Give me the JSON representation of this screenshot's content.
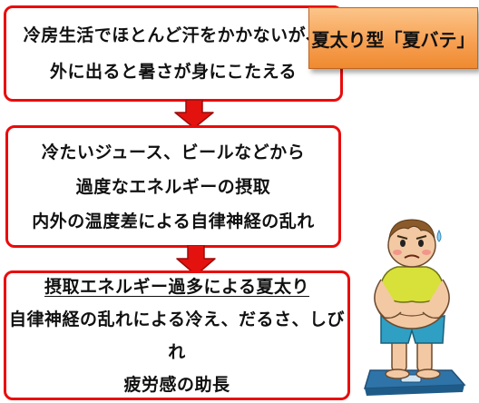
{
  "tag": {
    "label": "夏太り型「夏バテ」"
  },
  "boxes": [
    {
      "lines": [
        "冷房生活でほとんど汗をかかないが、",
        "外に出ると暑さが身にこたえる"
      ]
    },
    {
      "lines": [
        "冷たいジュース、ビールなどから",
        "過度なエネルギーの摂取",
        "内外の温度差による自律神経の乱れ"
      ]
    },
    {
      "lines": [
        "摂取エネルギー過多による夏太り",
        "自律神経の乱れによる冷え、だるさ、しびれ",
        "疲労感の助長"
      ]
    }
  ],
  "colors": {
    "box_border": "#ea0b0b",
    "arrow_fill": "#e3120f",
    "tag_fill": "#f7a154",
    "scale": "#2f74a8",
    "figure_shirt": "#d8e03a",
    "figure_shorts": "#2f9fc4"
  }
}
